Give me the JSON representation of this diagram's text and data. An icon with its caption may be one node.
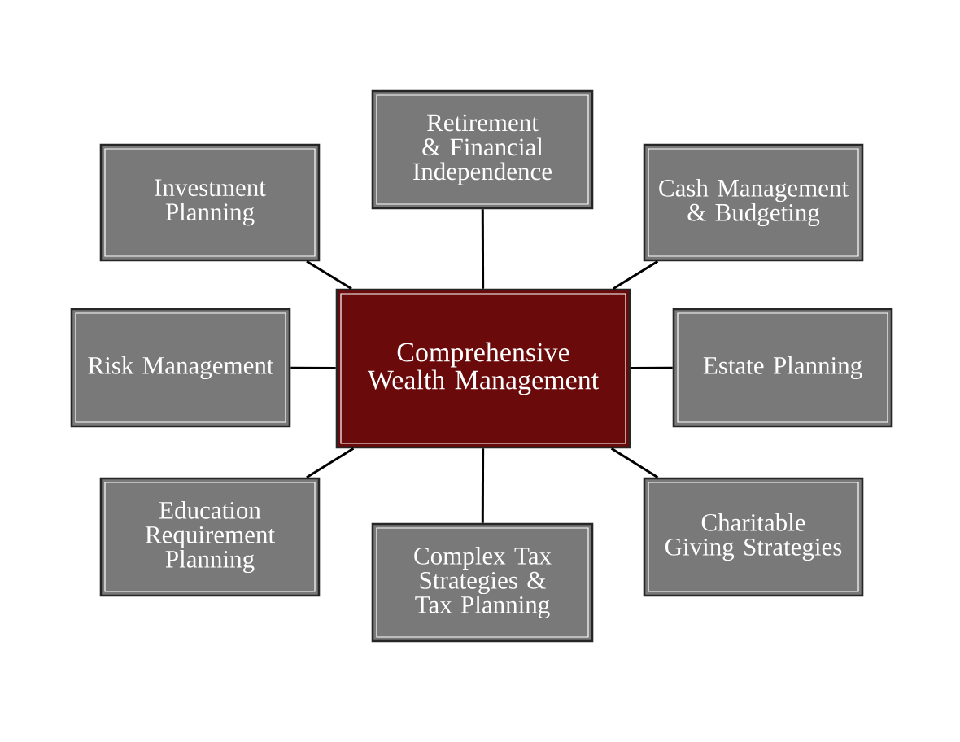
{
  "diagram": {
    "nodes": [
      {
        "text": [
          "Comprehensive Wealth Management"
        ]
      },
      {
        "text": [
          "Retirement & Financial Independence"
        ]
      },
      {
        "text": [
          "Investment Planning"
        ]
      },
      {
        "text": [
          "Cash Management & Budgeting"
        ]
      },
      {
        "text": [
          "Risk Management"
        ]
      },
      {
        "text": [
          "Estate Planning"
        ]
      },
      {
        "text": [
          "Education Requirement Planning"
        ]
      },
      {
        "text": [
          "Complex Tax Strategies & Tax Planning"
        ]
      },
      {
        "text": [
          "Charitable Giving Strategies"
        ]
      }
    ],
    "edges": [
      {
        "from": 0,
        "to": 1,
        "arrow": "none"
      },
      {
        "from": 0,
        "to": 2,
        "arrow": "none"
      },
      {
        "from": 0,
        "to": 3,
        "arrow": "none"
      },
      {
        "from": 0,
        "to": 4,
        "arrow": "none"
      },
      {
        "from": 0,
        "to": 5,
        "arrow": "none"
      },
      {
        "from": 0,
        "to": 6,
        "arrow": "none"
      },
      {
        "from": 0,
        "to": 7,
        "arrow": "none"
      },
      {
        "from": 0,
        "to": 8,
        "arrow": "none"
      }
    ]
  }
}
